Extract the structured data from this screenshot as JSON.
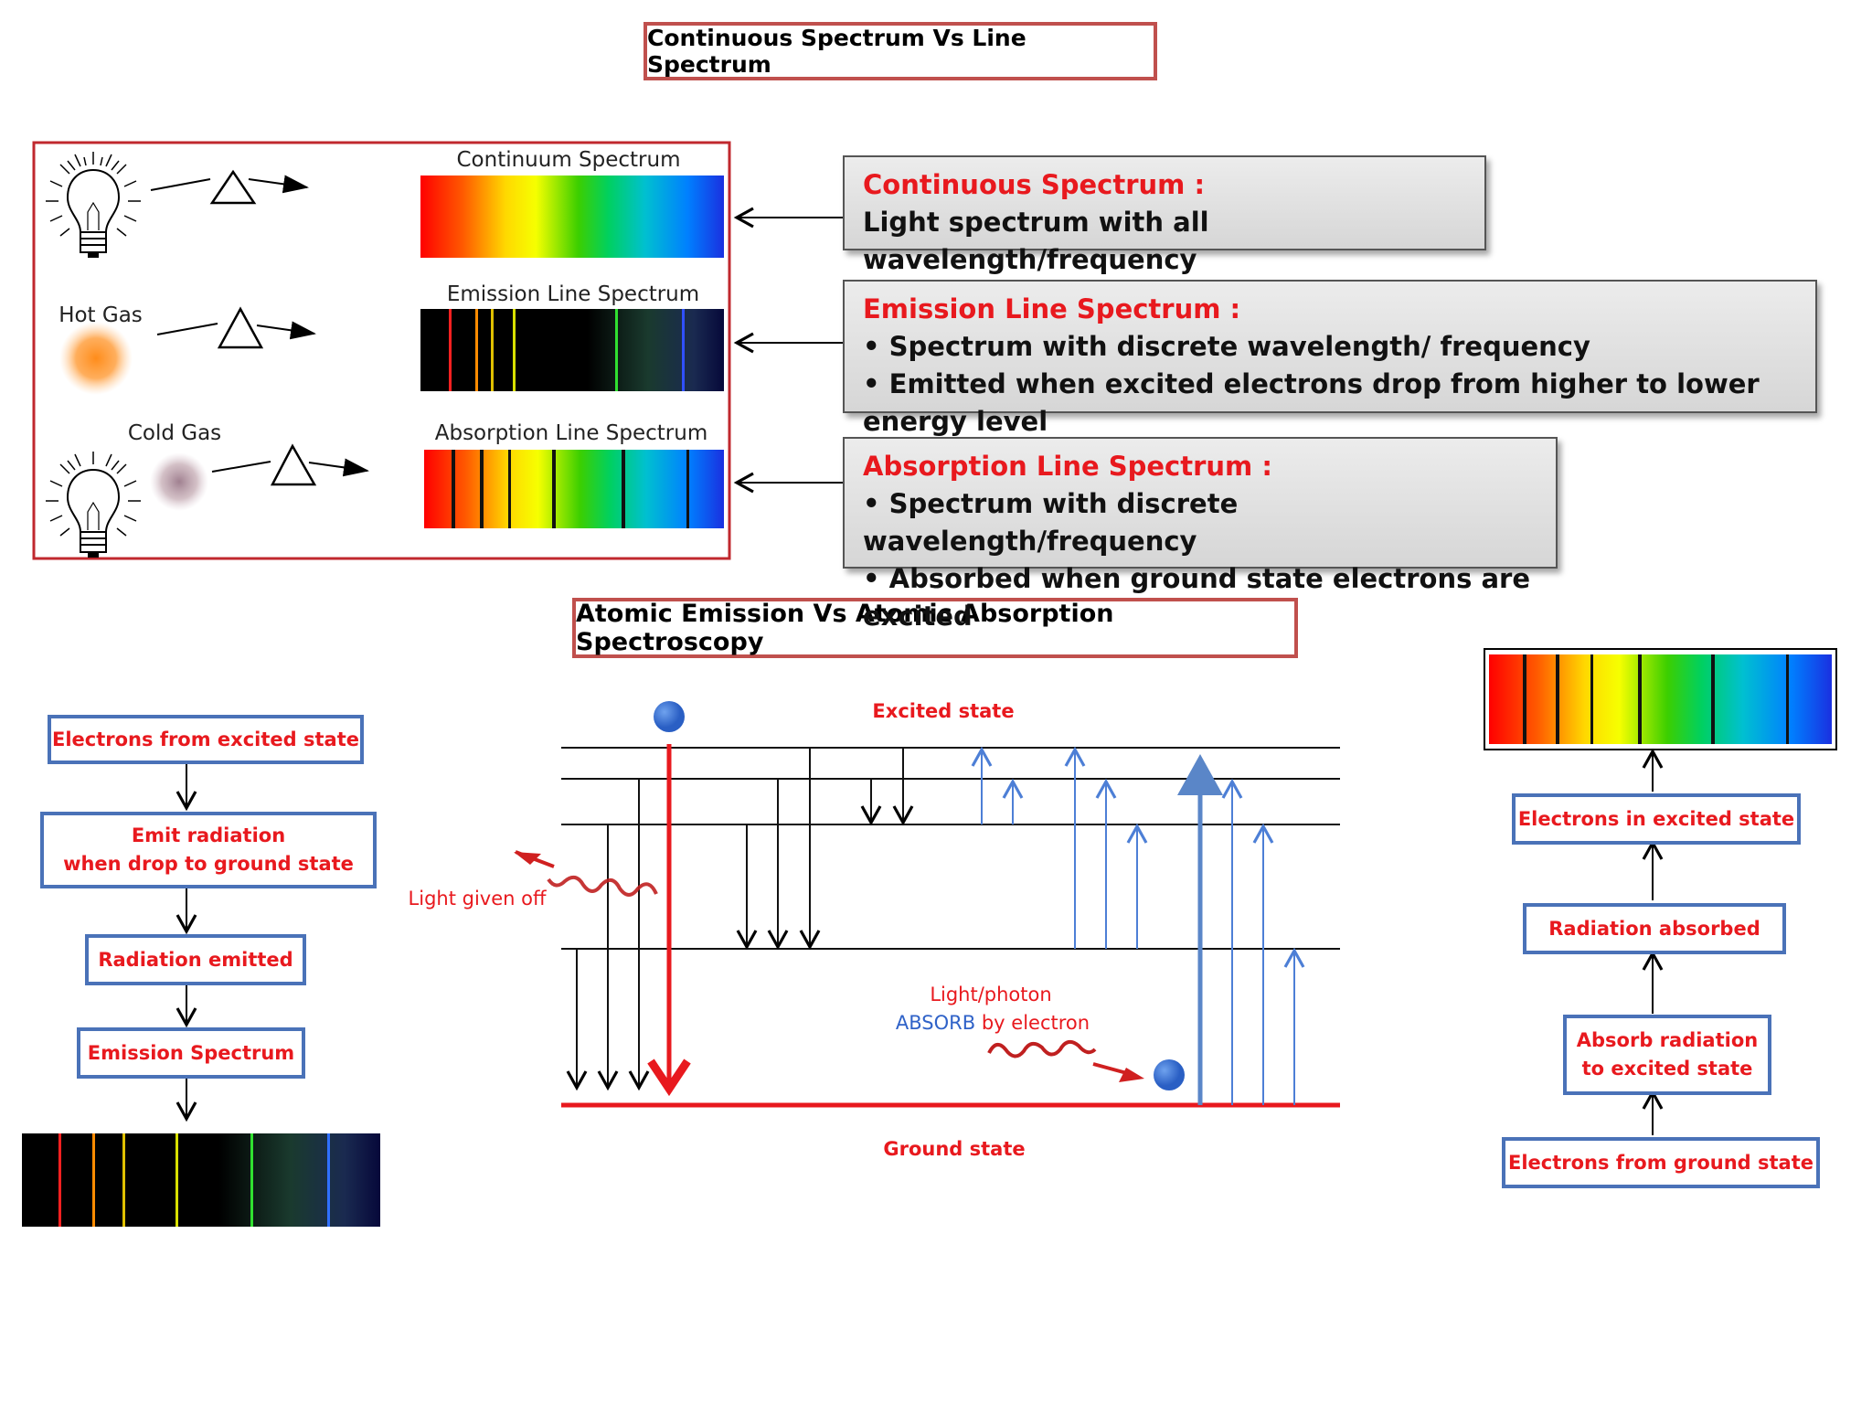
{
  "titles": {
    "top": "Continuous Spectrum Vs Line Spectrum",
    "middle": "Atomic Emission Vs Atomic Absorption Spectroscopy"
  },
  "panel": {
    "continuum_label": "Continuum Spectrum",
    "emission_label": "Emission Line Spectrum",
    "absorption_label": "Absorption Line Spectrum",
    "hot_gas": "Hot Gas",
    "cold_gas": "Cold Gas"
  },
  "definitions": {
    "continuous": {
      "heading": "Continuous Spectrum :",
      "lines": [
        "Light spectrum with all wavelength/frequency"
      ]
    },
    "emission": {
      "heading": "Emission Line Spectrum :",
      "lines": [
        "• Spectrum with discrete wavelength/ frequency",
        "• Emitted when excited electrons drop from higher to lower energy level"
      ]
    },
    "absorption": {
      "heading": "Absorption Line Spectrum :",
      "lines": [
        "• Spectrum with discrete wavelength/frequency",
        "• Absorbed when ground state electrons are excited"
      ]
    }
  },
  "emission_flow": [
    "Electrons from excited state",
    "Emit radiation\nwhen drop to ground state",
    "Radiation emitted",
    "Emission Spectrum"
  ],
  "absorption_flow": [
    "Electrons in excited state",
    "Radiation absorbed",
    "Absorb radiation\nto excited state",
    "Electrons from ground state"
  ],
  "energy_diagram": {
    "excited_state": "Excited state",
    "ground_state": "Ground state",
    "light_given_off": "Light given off",
    "photon_line1": "Light/photon",
    "absorb_word": "ABSORB",
    "by_electron": " by electron"
  },
  "colors": {
    "accent_red": "#e8191e",
    "box_border_red": "#c0504d",
    "flow_blue": "#4a72b8",
    "arrow_blue": "#4d7fd6"
  }
}
